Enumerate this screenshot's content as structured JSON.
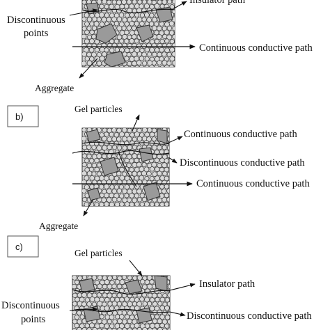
{
  "figure": {
    "panels": [
      {
        "id": "a",
        "labels": {
          "insulator_path": "Insulator path",
          "discontinuous_line1": "Discontinuous",
          "discontinuous_line2": "points",
          "continuous_path": "Continuous conductive path",
          "aggregate": "Aggregate"
        }
      },
      {
        "id": "b",
        "letter": "b)",
        "labels": {
          "gel_particles": "Gel particles",
          "continuous_path_1": "Continuous conductive path",
          "discontinuous_path": "Discontinuous conductive path",
          "continuous_path_2": "Continuous conductive path",
          "aggregate": "Aggregate"
        }
      },
      {
        "id": "c",
        "letter": "c)",
        "labels": {
          "gel_particles": "Gel particles",
          "insulator_path": "Insulator path",
          "discontinuous_line1": "Discontinuous",
          "discontinuous_line2": "points",
          "discontinuous_path": "Discontinuous conductive path"
        }
      }
    ],
    "colors": {
      "matrix": "#cfcfcf",
      "particle_fill": "#d9d9d9",
      "particle_stroke": "#3a3a3a",
      "aggregate_fill": "#9a9a9a",
      "line": "#111111"
    }
  }
}
